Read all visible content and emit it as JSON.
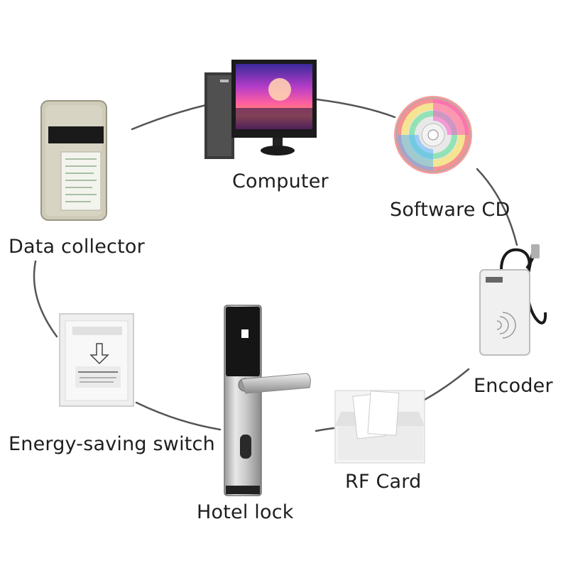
{
  "diagram": {
    "nodes": [
      {
        "id": "computer",
        "label": "Computer",
        "icon": "computer-icon"
      },
      {
        "id": "software_cd",
        "label": "Software CD",
        "icon": "cd-icon"
      },
      {
        "id": "encoder",
        "label": "Encoder",
        "icon": "encoder-icon"
      },
      {
        "id": "rf_card",
        "label": "RF Card",
        "icon": "rf-card-icon"
      },
      {
        "id": "hotel_lock",
        "label": "Hotel lock",
        "icon": "hotel-lock-icon"
      },
      {
        "id": "energy_switch",
        "label": "Energy-saving switch",
        "icon": "energy-switch-icon"
      },
      {
        "id": "data_collector",
        "label": "Data collector",
        "icon": "data-collector-icon"
      }
    ],
    "connector_color": "#555555"
  }
}
